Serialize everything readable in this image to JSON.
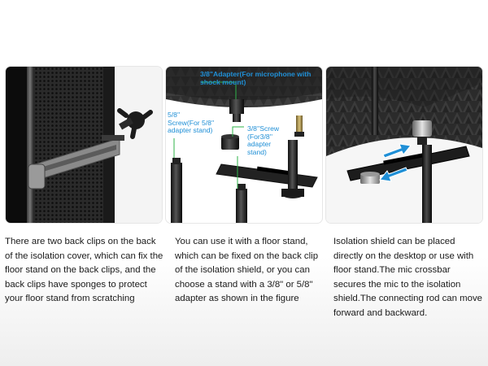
{
  "panels": [
    {
      "caption": "There are two back clips on the back of the isolation cover, which can fix the floor stand on the back clips, and the back clips have sponges to protect your floor stand from scratching"
    },
    {
      "caption": "You can use it with a floor stand, which can be fixed on the back clip of the isolation shield, or you can choose a stand with a 3/8\" or 5/8\" adapter as shown in the figure",
      "labels": {
        "adapter_38_shock_mount": "3/8\"Adapter(For microphone with shock mount)",
        "screw_58": "5/8''\nScrew(For 5/8''\nadapter stand)",
        "screw_38": "3/8''Screw\n(For3/8''\nadapter\nstand)"
      }
    },
    {
      "caption": "Isolation shield can be placed directly on the desktop or use with floor stand.The mic crossbar secures the mic to the isolation shield.The connecting rod can move forward and backward."
    }
  ],
  "colors": {
    "label_blue": "#1f8fd6",
    "arrow_blue": "#1f8fd6",
    "leader_green": "#2fb34a",
    "text": "#1a1a1a"
  }
}
